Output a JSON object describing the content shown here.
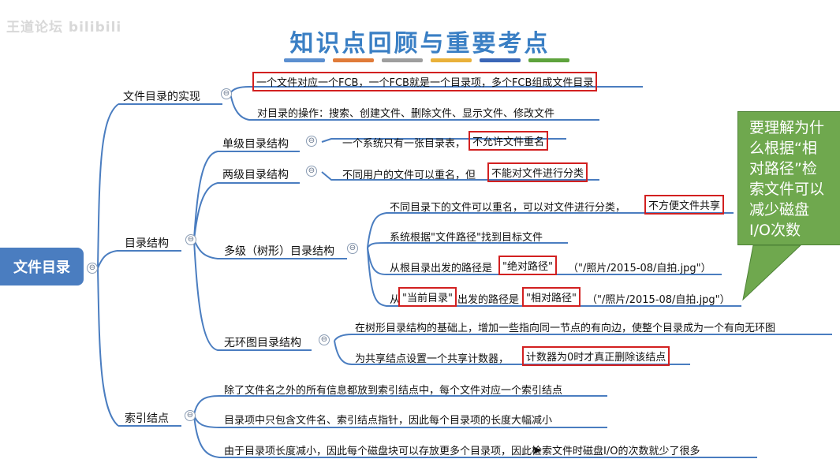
{
  "watermark": "王道论坛 bilibili",
  "title": "知识点回顾与重要考点",
  "title_bar_colors": [
    "#5b8fd0",
    "#e07b39",
    "#9e9e9e",
    "#e9b13a",
    "#3a66b7",
    "#5ea33d"
  ],
  "colors": {
    "root": "#4a7dc0",
    "branch": "#4a7dc0",
    "highlight": "#d22020",
    "callout": "#6fa84e"
  },
  "root": "文件目录",
  "toggle_symbol": "⊖",
  "branches": {
    "impl": {
      "label": "文件目录的实现",
      "items": [
        {
          "text": "一个文件对应一个FCB，一个FCB就是一个目录项，多个FCB组成文件目录"
        },
        {
          "text": "对目录的操作：搜索、创建文件、删除文件、显示文件、修改文件"
        }
      ]
    },
    "structure": {
      "label": "目录结构",
      "single": {
        "label": "单级目录结构",
        "text_a": "一个系统只有一张目录表，",
        "text_b": "不允许文件重名"
      },
      "two": {
        "label": "两级目录结构",
        "text_a": "不同用户的文件可以重名，但",
        "text_b": "不能对文件进行分类"
      },
      "multi": {
        "label": "多级（树形）目录结构",
        "item1_a": "不同目录下的文件可以重名，可以对文件进行分类，",
        "item1_b": "不方便文件共享",
        "item2": "系统根据\"文件路径\"找到目标文件",
        "item3_a": "从根目录出发的路径是",
        "item3_b": "\"绝对路径\"",
        "item3_c": "（\"/照片/2015-08/自拍.jpg\"）",
        "item4_a": "从",
        "item4_b": "\"当前目录\"",
        "item4_c": "出发的路径是",
        "item4_d": "\"相对路径\"",
        "item4_e": "（\"/照片/2015-08/自拍.jpg\"）"
      },
      "acyclic": {
        "label": "无环图目录结构",
        "item1": "在树形目录结构的基础上，增加一些指向同一节点的有向边，使整个目录成为一个有向无环图",
        "item2_a": "为共享结点设置一个共享计数器，",
        "item2_b": "计数器为0时才真正删除该结点"
      }
    },
    "index": {
      "label": "索引结点",
      "items": [
        {
          "text": "除了文件名之外的所有信息都放到索引结点中，每个文件对应一个索引结点"
        },
        {
          "text": "目录项中只包含文件名、索引结点指针，因此每个目录项的长度大幅减小"
        },
        {
          "text": "由于目录项长度减小，因此每个磁盘块可以存放更多个目录项，因此检索文件时磁盘I/O的次数就少了很多"
        }
      ]
    }
  },
  "callout": [
    "要理解为什",
    "么根据“相",
    "对路径”检",
    "索文件可以",
    "减少磁盘",
    "I/O次数"
  ]
}
